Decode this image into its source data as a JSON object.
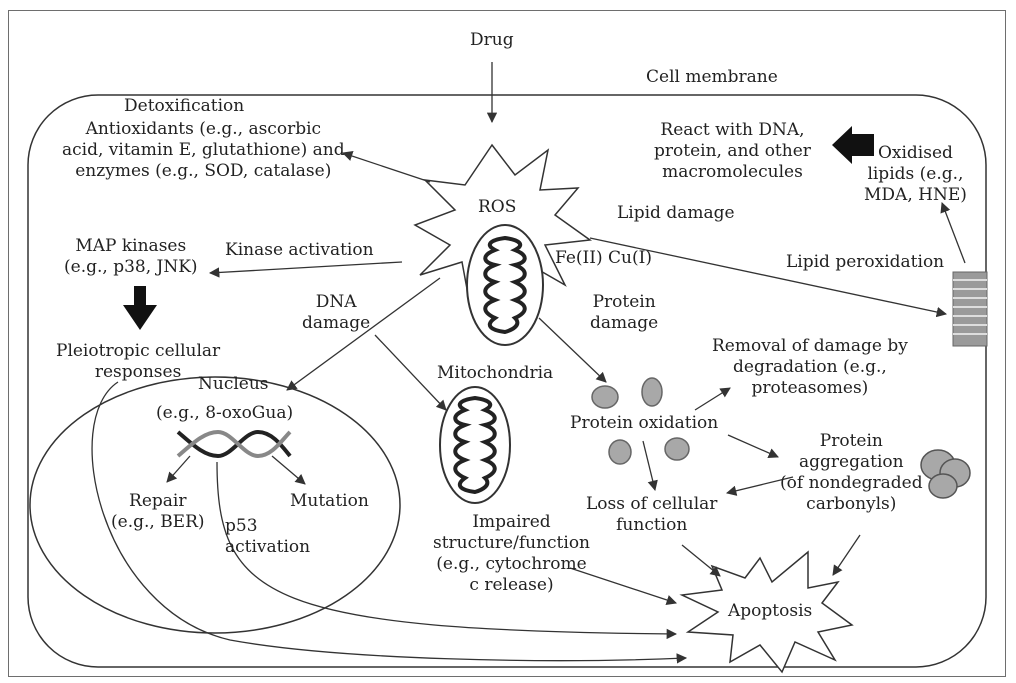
{
  "labels": {
    "drug": "Drug",
    "cell_membrane": "Cell membrane",
    "detoxification": "Detoxification",
    "antioxidants": "Antioxidants (e.g., ascorbic\nacid, vitamin E, glutathione) and\nenzymes (e.g., SOD, catalase)",
    "react": "React with DNA,\nprotein, and other\nmacromolecules",
    "oxidised_lipids": "Oxidised\nlipids (e.g.,\nMDA, HNE)",
    "ros": "ROS",
    "lipid_damage": "Lipid damage",
    "metals": "Fe(II) Cu(I)",
    "lipid_peroxidation": "Lipid peroxidation",
    "map_kinases": "MAP kinases\n(e.g., p38, JNK)",
    "kinase_activation": "Kinase activation",
    "dna_damage": "DNA\ndamage",
    "protein_damage": "Protein\ndamage",
    "pleiotropic": "Pleiotropic cellular\nresponses",
    "nucleus": "Nucleus",
    "mitochondria": "Mitochondria",
    "removal": "Removal of damage by\ndegradation (e.g.,\nproteasomes)",
    "oxoGua": "(e.g., 8-oxoGua)",
    "protein_oxidation": "Protein oxidation",
    "protein_aggregation": "Protein\naggregation\n(of nondegraded\ncarbonyls)",
    "repair": "Repair\n(e.g., BER)",
    "mutation": "Mutation",
    "p53": "p53\nactivation",
    "loss": "Loss of cellular\nfunction",
    "impaired": "Impaired\nstructure/function\n(e.g., cytochrome\nc release)",
    "apoptosis": "Apoptosis"
  },
  "colors": {
    "line": "#333333",
    "fill_grey": "#a8a8a8",
    "text": "#222222"
  }
}
